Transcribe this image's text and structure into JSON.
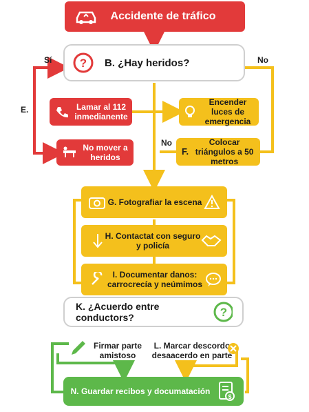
{
  "title": "Accidente de tráfico",
  "question_b": "B. ¿Hay heridos?",
  "label_si": "Sí",
  "label_no_top": "No",
  "label_e": "E.",
  "label_no_mid": "No",
  "call_112": "Lamar al 112 inmedianente",
  "no_mover": "No mover a heridos",
  "encender": "Encender luces de emergencia",
  "colocar": "Colocar triángulos a 50 metros",
  "label_f": "F.",
  "fotografiar": "G. Fotografiar la escena",
  "contactar": "H. Contactat con seguro y policía",
  "documentar": "I. Documentar danos: carrocrecía y neúmimos",
  "question_k": "K. ¿Acuerdo entre conductors?",
  "firmar": "Firmar parte amistoso",
  "marcar": "L. Marcar descordo desaacerdo en parte",
  "guardar": "N. Guardar recibos y documatación",
  "colors": {
    "red": "#e23a3a",
    "yellow": "#f4c01c",
    "green": "#5db84a"
  }
}
